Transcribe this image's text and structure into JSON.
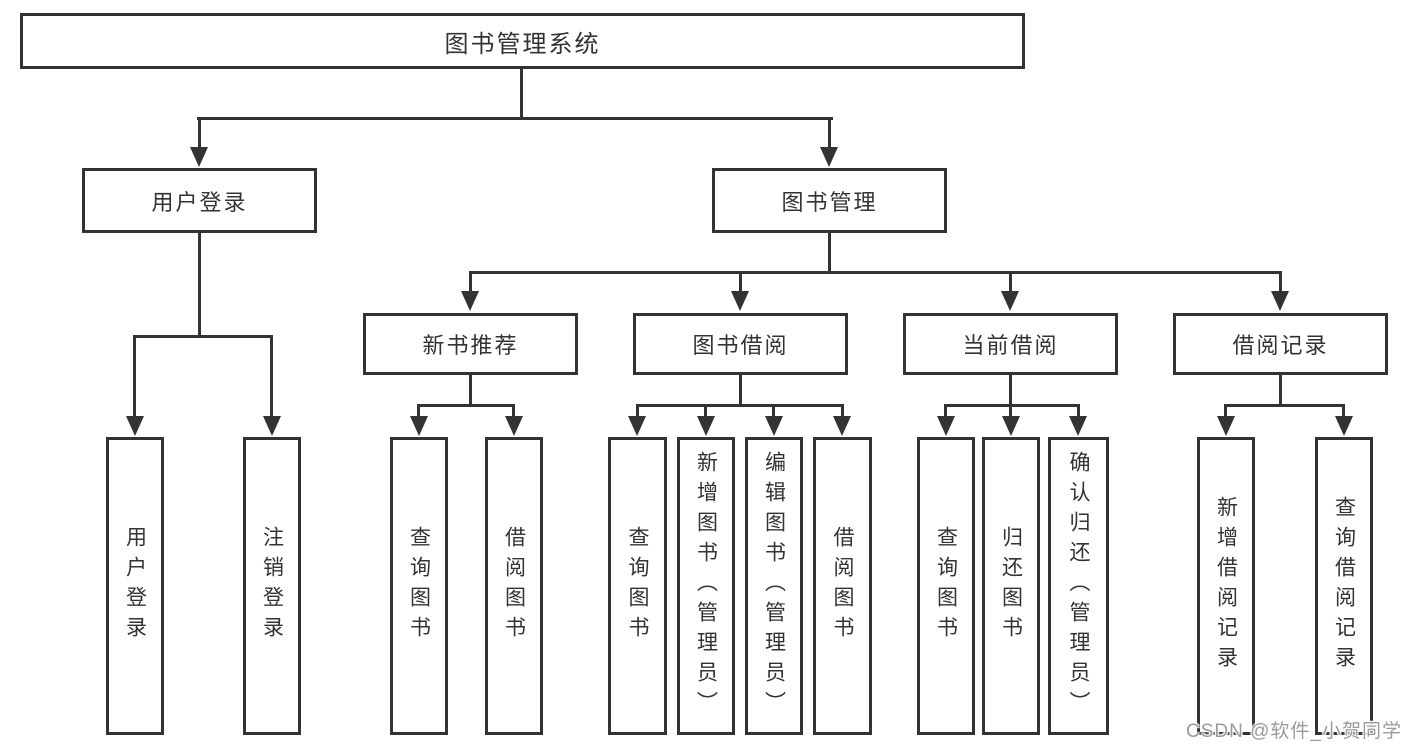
{
  "diagram_title": "图书管理系统",
  "tree": {
    "label": "图书管理系统",
    "children": [
      {
        "label": "用户登录",
        "children": [
          {
            "label": "用户登录"
          },
          {
            "label": "注销登录"
          }
        ]
      },
      {
        "label": "图书管理",
        "children": [
          {
            "label": "新书推荐",
            "children": [
              {
                "label": "查询图书"
              },
              {
                "label": "借阅图书"
              }
            ]
          },
          {
            "label": "图书借阅",
            "children": [
              {
                "label": "查询图书"
              },
              {
                "label": "新增图书（管理员）"
              },
              {
                "label": "编辑图书（管理员）"
              },
              {
                "label": "借阅图书"
              }
            ]
          },
          {
            "label": "当前借阅",
            "children": [
              {
                "label": "查询图书"
              },
              {
                "label": "归还图书"
              },
              {
                "label": "确认归还（管理员）"
              }
            ]
          },
          {
            "label": "借阅记录",
            "children": [
              {
                "label": "新增借阅记录"
              },
              {
                "label": "查询借阅记录"
              }
            ]
          }
        ]
      }
    ]
  },
  "watermark": {
    "text": "CSDN @软件_小贺同学"
  },
  "colors": {
    "line": "#333333",
    "text": "#333333",
    "background": "#ffffff",
    "watermark": "#9a9a9a"
  }
}
